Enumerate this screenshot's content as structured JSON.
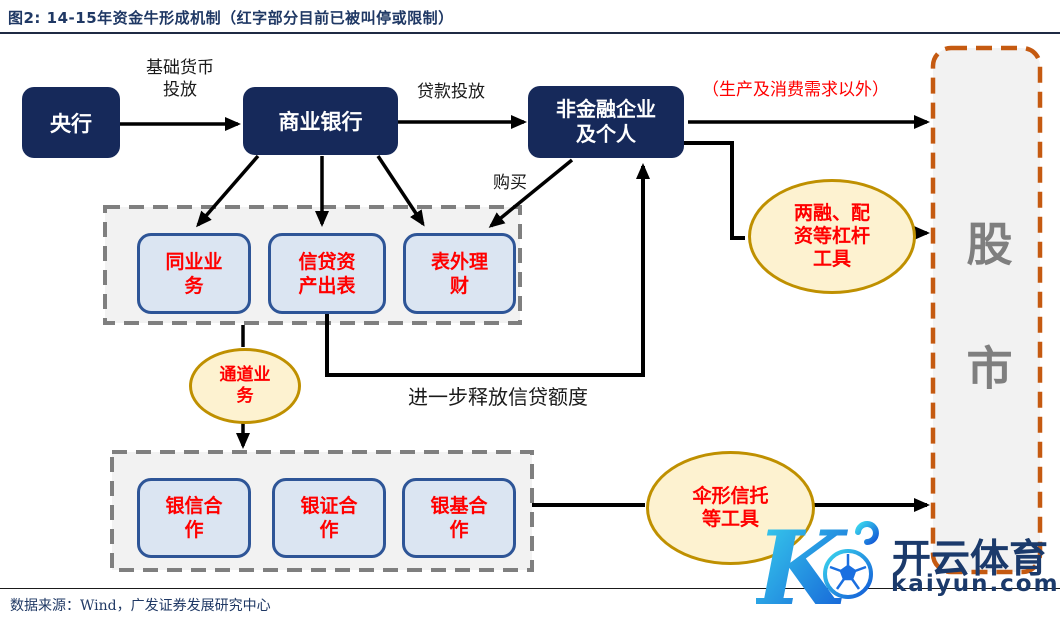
{
  "figure": {
    "title": "图2:  14-15年资金牛形成机制（红字部分目前已被叫停或限制）",
    "source": "数据来源：Wind，广发证券发展研究中心"
  },
  "nodes": {
    "central_bank": "央行",
    "commercial_bank": "商业银行",
    "nonfinancial": "非金融企业及个人",
    "interbank_business": "同业业务",
    "credit_asset_off_balance": "信贷资产出表",
    "off_balance_wealth": "表外理财",
    "bank_trust_coop": "银信合作",
    "bank_securities_coop": "银证合作",
    "bank_fund_coop": "银基合作",
    "channel_business": "通道业务",
    "margin_leverage_tools": "两融、配资等杠杆工具",
    "umbrella_trust_tools": "伞形信托等工具",
    "stock_market": "股市"
  },
  "edge_labels": {
    "base_money_supply": "基础货币投放",
    "loan_supply": "贷款投放",
    "purchase": "购买",
    "beyond_production_consumption": "（生产及消费需求以外）",
    "further_release_credit": "进一步释放信贷额度"
  },
  "watermark": {
    "brand": "开云体育",
    "domain": "kaiyun.com",
    "logo_icon": "kaiyun-k-soccer-ball-logo"
  },
  "colors": {
    "node_navy": "#16295A",
    "inner_box_fill": "#DBE5F2",
    "inner_box_border": "#2E5597",
    "highlight_red": "#FF0000",
    "ellipse_fill": "#FDF2D0",
    "ellipse_border": "#BF9000",
    "container_fill": "#F2F2F2",
    "container_border": "#7F7F7F",
    "stock_box_border": "#C55A11",
    "stock_text": "#7F7F7F",
    "title_navy": "#1F3864",
    "watermark_navy": "#1B3A6B"
  }
}
